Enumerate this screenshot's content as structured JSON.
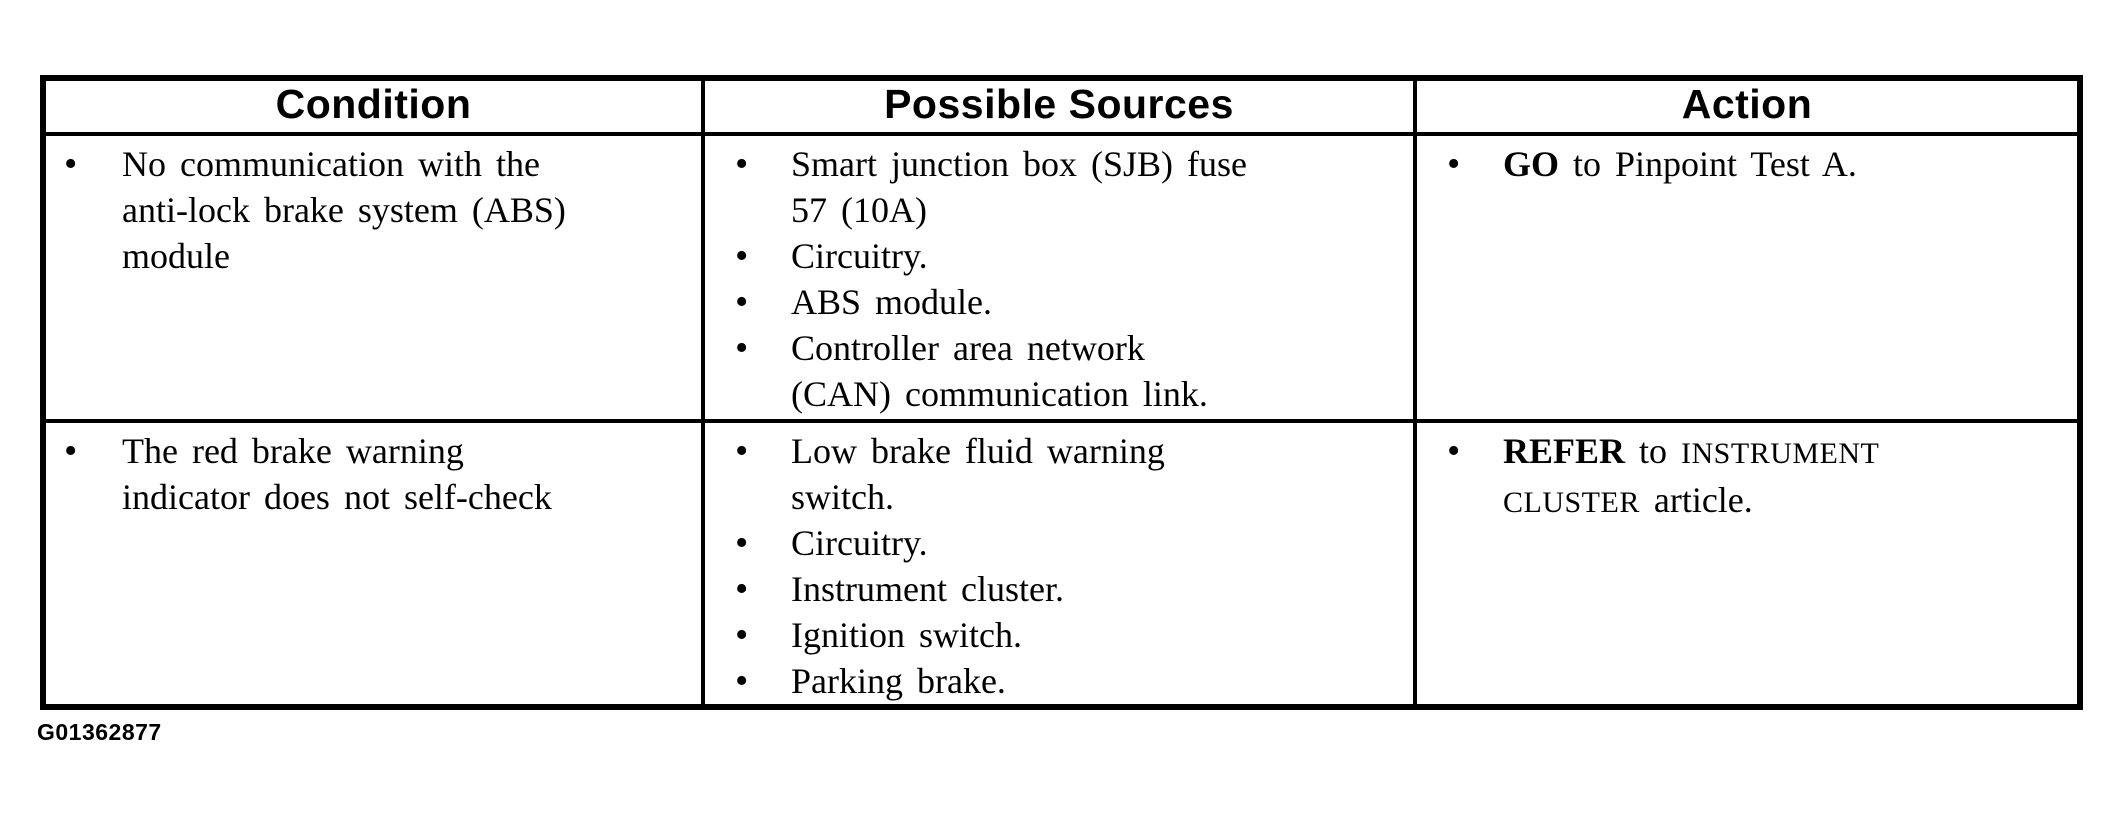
{
  "page": {
    "figure_id": "G01362877",
    "colors": {
      "background": "#ffffff",
      "border": "#000000",
      "text": "#000000"
    }
  },
  "table": {
    "bullet_glyph": "•",
    "headers": [
      {
        "label": "Condition"
      },
      {
        "label": "Possible Sources"
      },
      {
        "label": "Action"
      }
    ],
    "rows": [
      {
        "condition": [
          "No communication with the\nanti-lock brake system (ABS)\nmodule"
        ],
        "possible_sources": [
          "Smart junction box (SJB) fuse\n57 (10A)",
          "Circuitry.",
          "ABS module.",
          "Controller area network\n(CAN) communication link."
        ],
        "action": [
          {
            "bold": "GO",
            "text_after_bold": " to Pinpoint Test A.",
            "caps": "",
            "text_end": ""
          }
        ]
      },
      {
        "condition": [
          "The red brake warning\nindicator does not self-check"
        ],
        "possible_sources": [
          "Low brake fluid warning\nswitch.",
          "Circuitry.",
          "Instrument cluster.",
          "Ignition switch.",
          "Parking brake."
        ],
        "action": [
          {
            "bold": "REFER",
            "text_after_bold": " to ",
            "caps": "INSTRUMENT\nCLUSTER",
            "text_end": " article."
          }
        ]
      }
    ]
  }
}
